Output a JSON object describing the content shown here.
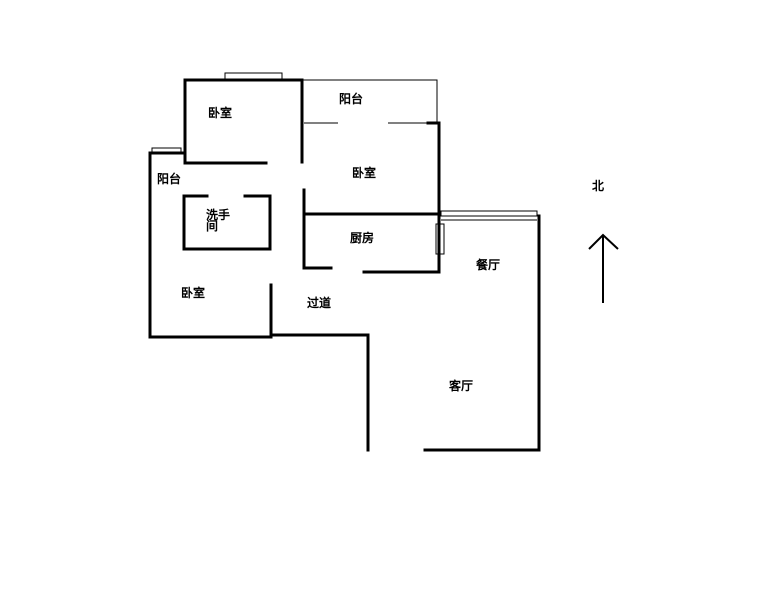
{
  "rooms": {
    "bedroom_top": "卧室",
    "balcony_top": "阳台",
    "bedroom_middle": "卧室",
    "balcony_left": "阳台",
    "washroom_line1": "洗手",
    "washroom_line2": "间",
    "kitchen": "厨房",
    "dining": "餐厅",
    "bedroom_bottom": "卧室",
    "corridor": "过道",
    "living": "客厅"
  },
  "compass": {
    "label": "北"
  }
}
